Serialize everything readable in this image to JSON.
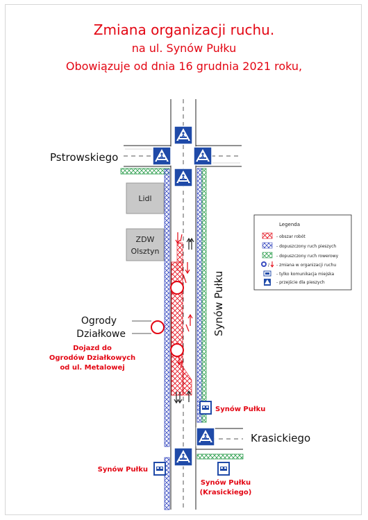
{
  "title": {
    "line1": "Zmiana organizacji ruchu.",
    "line2": "na ul. Synów Pułku",
    "line3": "Obowiązuje od dnia 16 grudnia 2021 roku,"
  },
  "streets": {
    "pstrowskiego": "Pstrowskiego",
    "krasickiego": "Krasickiego",
    "synow_pulku": "Synów Pułku"
  },
  "buildings": {
    "lidl": "Lidl",
    "zdw_line1": "ZDW",
    "zdw_line2": "Olsztyn"
  },
  "ogrody": {
    "line1": "Ogrody",
    "line2": "Działkowe"
  },
  "access_note": {
    "line1": "Dojazd do",
    "line2": "Ogrodów Działkowych",
    "line3": "od ul. Metalowej"
  },
  "bus_stops": {
    "stop1": "Synów Pułku",
    "stop2": "Synów Pułku",
    "stop3_line1": "Synów Pułku",
    "stop3_line2": "(Krasickiego)"
  },
  "legend": {
    "title": "Legenda",
    "items": [
      {
        "label": "- obszar robót",
        "icon": "hatch-red-icon"
      },
      {
        "label": "- dopuszczony ruch pieszych",
        "icon": "hatch-blue-icon"
      },
      {
        "label": "- dopuszczony ruch rowerowy",
        "icon": "hatch-green-icon"
      },
      {
        "label": "- zmiana w organizacji ruchu",
        "icon": "traffic-change-icon"
      },
      {
        "label": "- tylko komunikacja miejska",
        "icon": "bus-only-icon"
      },
      {
        "label": "- przejście dla pieszych",
        "icon": "pedestrian-crossing-icon"
      }
    ]
  },
  "colors": {
    "accent_red": "#e30613",
    "sign_blue": "#1f4aa8",
    "pedestrian_blue": "#3a4cc0",
    "bicycle_green": "#2e9e4e",
    "building_gray": "#c8c8c8"
  }
}
